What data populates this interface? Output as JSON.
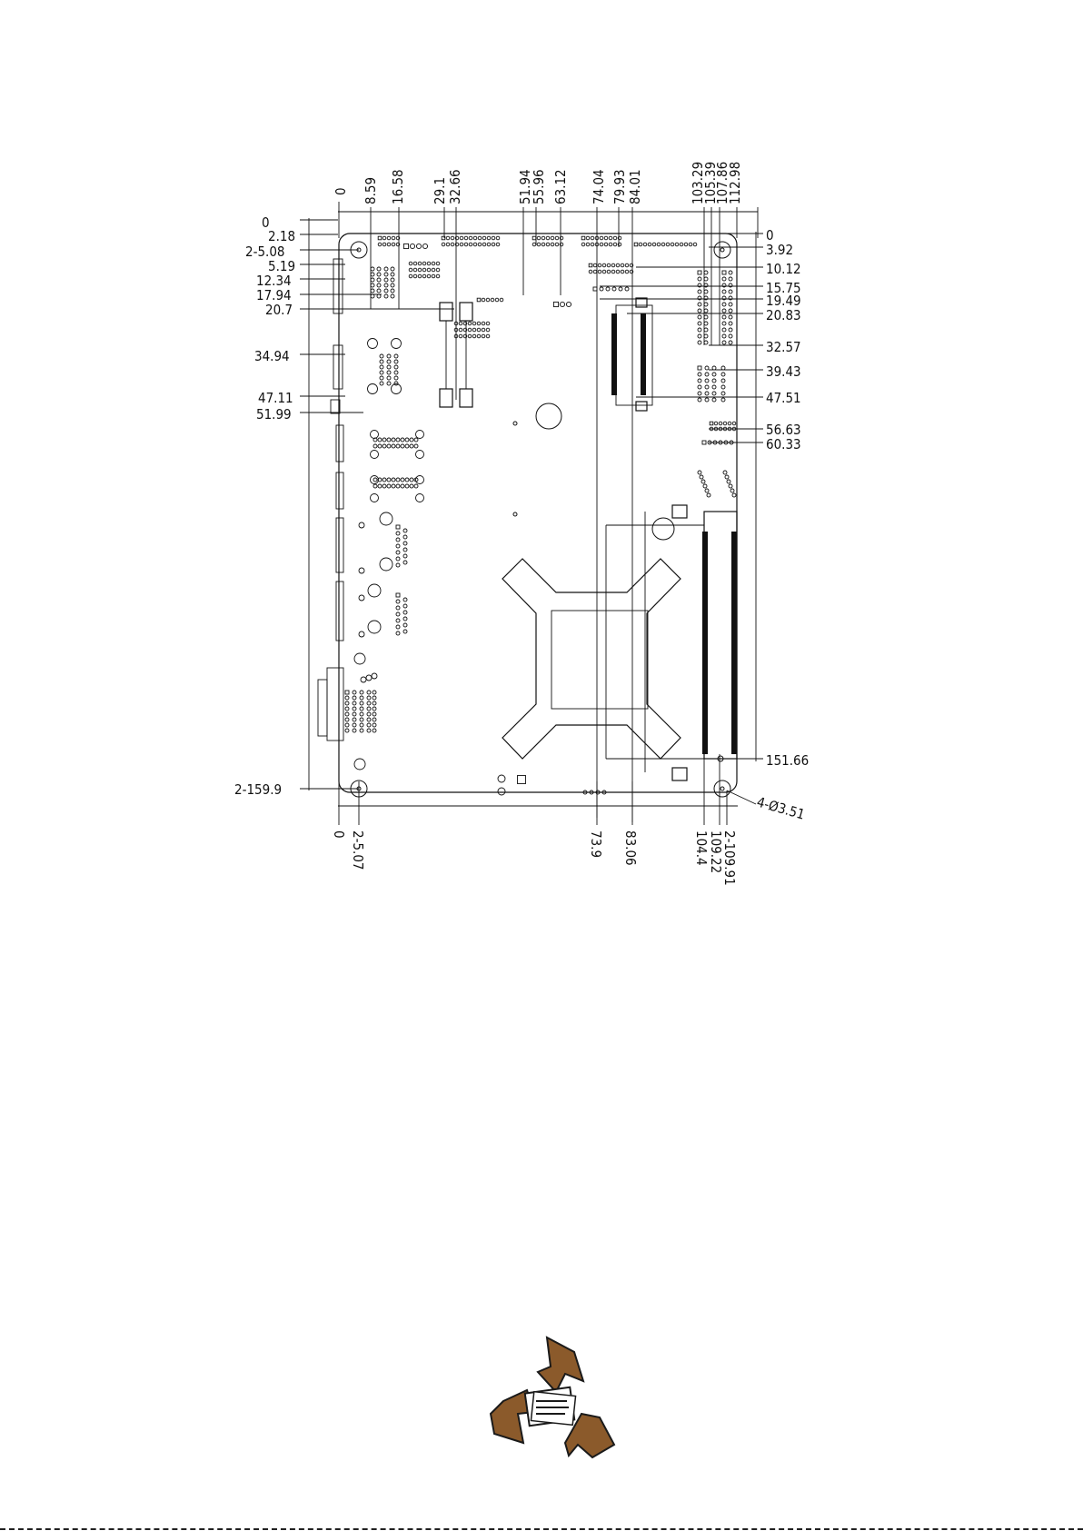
{
  "drawing": {
    "top_dimensions": [
      "0",
      "8.59",
      "16.58",
      "29.1",
      "32.66",
      "51.94",
      "55.96",
      "63.12",
      "74.04",
      "79.93",
      "84.01",
      "103.29",
      "105.39",
      "107.86",
      "112.98"
    ],
    "left_dimensions": [
      "0",
      "2.18",
      "2-5.08",
      "5.19",
      "12.34",
      "17.94",
      "20.7",
      "34.94",
      "47.11",
      "51.99",
      "2-159.9"
    ],
    "right_dimensions": [
      "0",
      "3.92",
      "10.12",
      "15.75",
      "19.49",
      "20.83",
      "32.57",
      "39.43",
      "47.51",
      "56.63",
      "60.33",
      "151.66"
    ],
    "bottom_dimensions": [
      "0",
      "2-5.07",
      "73.9",
      "83.06",
      "104.4",
      "109.22",
      "2-109.91"
    ],
    "hole_callout": "4-Ø3.51"
  },
  "logo": {
    "name": "recycle-logo",
    "icon": "recycle-arrows-with-paper-stack"
  },
  "colors": {
    "ink": "#111111",
    "logo_brown": "#8b5a2b",
    "logo_dark": "#1a1a1a"
  }
}
